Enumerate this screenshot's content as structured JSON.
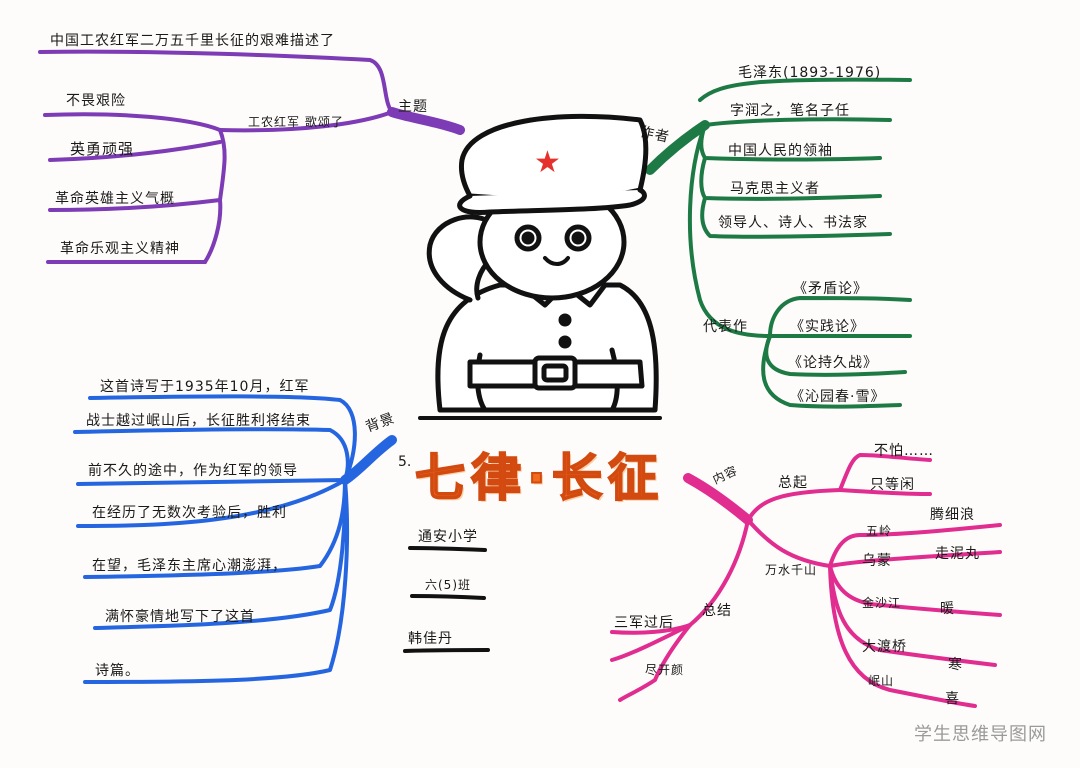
{
  "title": "七律·长征",
  "number": "5.",
  "info": {
    "school": "通安小学",
    "class": "六(5)班",
    "name": "韩佳丹"
  },
  "theme_branch": {
    "label": "主题",
    "summary": "中国工农红军二万五千里长征的艰难描述了",
    "sub_label": "工农红军 歌颂了",
    "items": [
      "不畏艰险",
      "英勇顽强",
      "革命英雄主义气概",
      "革命乐观主义精神"
    ]
  },
  "author_branch": {
    "label": "作者",
    "items": [
      "毛泽东(1893-1976)",
      "字润之，笔名子任",
      "中国人民的领袖",
      "马克思主义者",
      "领导人、诗人、书法家"
    ],
    "works_label": "代表作",
    "works": [
      "《矛盾论》",
      "《实践论》",
      "《论持久战》",
      "《沁园春·雪》"
    ]
  },
  "background_branch": {
    "label": "背景",
    "lines": [
      "这首诗写于1935年10月，红军",
      "战士越过岷山后，长征胜利将结束",
      "前不久的途中，作为红军的领导",
      "在经历了无数次考验后，胜利",
      "在望，毛泽东主席心潮澎湃，",
      "满怀豪情地写下了这首",
      "诗篇。"
    ]
  },
  "content_branch": {
    "label": "内容",
    "start": {
      "label": "总起",
      "items": [
        "不怕……",
        "只等闲"
      ]
    },
    "middle": {
      "label": "万水千山",
      "places": [
        "五岭",
        "乌蒙",
        "金沙江",
        "大渡桥",
        "岷山"
      ],
      "words": [
        "腾细浪",
        "走泥丸",
        "暖",
        "寒",
        "喜"
      ]
    },
    "end": {
      "label": "总结",
      "items": [
        "三军过后",
        "尽开颜"
      ]
    }
  },
  "watermark": "学生思维导图网",
  "colors": {
    "purple": "#7d3bb5",
    "green": "#1e7a45",
    "blue": "#2566e0",
    "pink": "#e02d8f",
    "orange": "#f26a1b",
    "star": "#e5302b"
  },
  "icons": [
    "soldier-saluting-icon",
    "red-star-icon"
  ]
}
